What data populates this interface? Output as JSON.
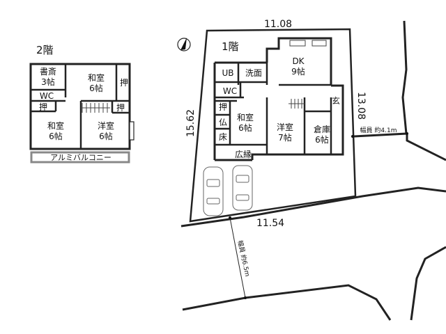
{
  "floor2": {
    "label": "2階",
    "rooms": {
      "study": [
        "書斎",
        "3帖"
      ],
      "washitsu_top": [
        "和室",
        "6帖"
      ],
      "oshi_right": "押",
      "wc": "WC",
      "oshi_left": "押",
      "oshi_mid": "押",
      "washitsu_bottom": [
        "和室",
        "6帖"
      ],
      "youshitsu": [
        "洋室",
        "6帖"
      ]
    },
    "balcony": "アルミバルコニー"
  },
  "floor1": {
    "label": "1階",
    "rooms": {
      "dk": [
        "DK",
        "9帖"
      ],
      "ub": "UB",
      "senmen": "洗面",
      "wc": "WC",
      "oshi": "押",
      "butsu": "仏",
      "toko": "床",
      "washitsu": [
        "和室",
        "6帖"
      ],
      "youshitsu": [
        "洋室",
        "7帖"
      ],
      "souko": [
        "倉庫",
        "6帖"
      ],
      "genkan": "玄",
      "hiroen": "広縁"
    }
  },
  "dimensions": {
    "top": "11.08",
    "left": "15.62",
    "right": "13.08",
    "bottom": "11.54"
  },
  "roads": {
    "east": "幅員 約4.1m",
    "south": "幅員 約6.5m"
  }
}
